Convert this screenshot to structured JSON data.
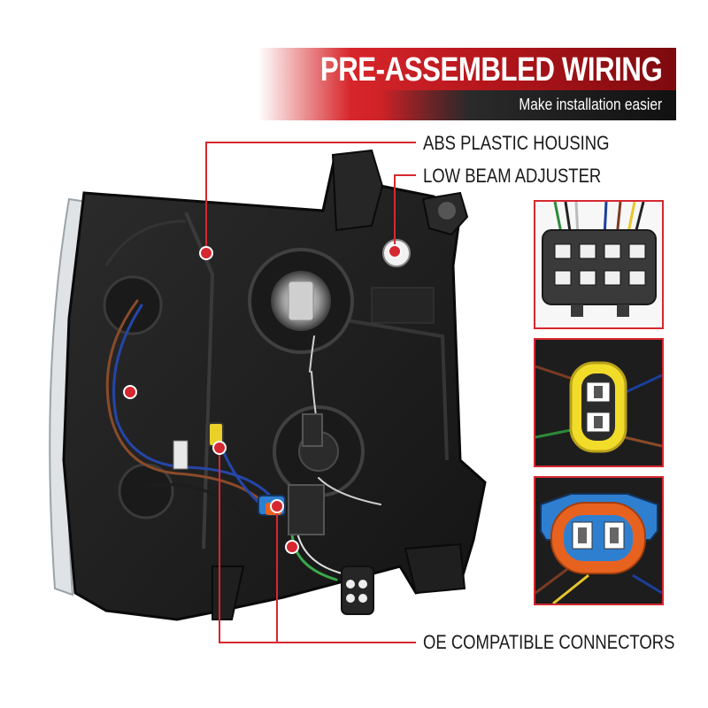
{
  "banner": {
    "title": "PRE-ASSEMBLED WIRING",
    "subtitle": "Make installation easier"
  },
  "callouts": {
    "housing": "ABS PLASTIC HOUSING",
    "adjuster": "LOW BEAM ADJUSTER",
    "connectors": "OE COMPATIBLE CONNECTORS"
  },
  "colors": {
    "accent_red": "#d62830",
    "housing_black": "#1e1e1e",
    "connector_blue": "#2f7fd0",
    "connector_orange": "#e8621f",
    "connector_yellow": "#f2dc2a"
  },
  "insets": [
    {
      "icon": "eight-pin-connector-icon"
    },
    {
      "icon": "yellow-connector-icon"
    },
    {
      "icon": "blue-orange-connector-icon"
    }
  ]
}
